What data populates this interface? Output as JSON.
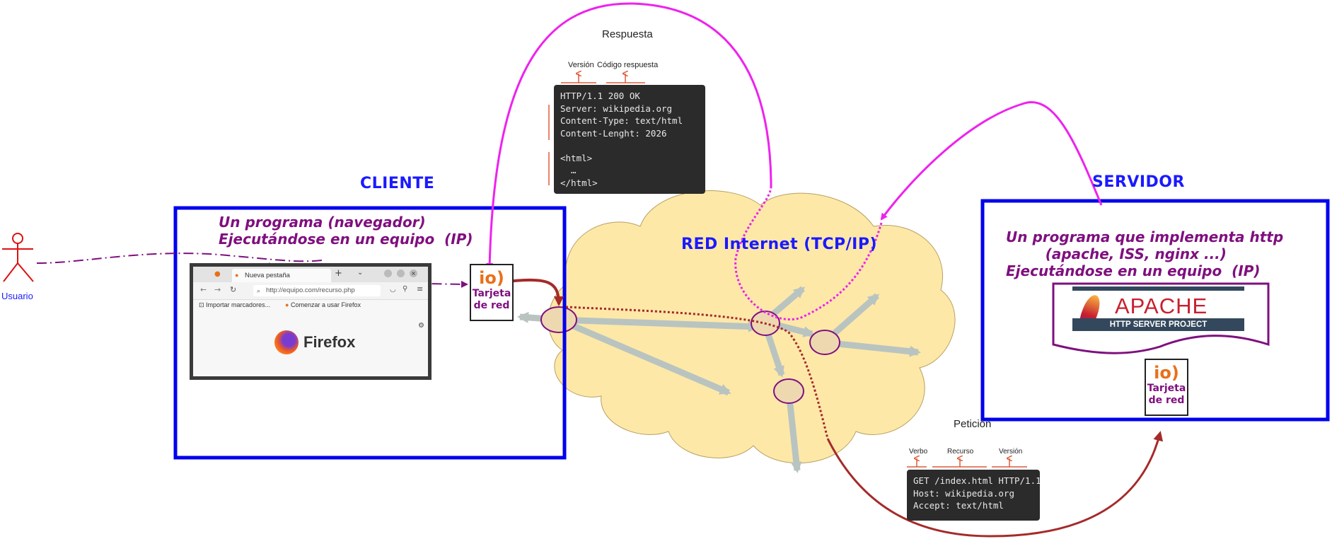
{
  "client": {
    "title": "CLIENTE",
    "description": "Un programa (navegador)\nEjecutándose en un equipo  (IP)",
    "nic_label": "Tarjeta\nde red",
    "nic_icon": "io-network-icon"
  },
  "user": {
    "label": "Usuario"
  },
  "browser": {
    "tab_label": "Nueva pestaña",
    "url": "http://equipo.com/recurso.php",
    "bookmark_1": "Importar marcadores...",
    "bookmark_2": "Comenzar a usar Firefox",
    "brand": "Firefox"
  },
  "network": {
    "title": "RED Internet (TCP/IP)"
  },
  "server": {
    "title": "SERVIDOR",
    "description": "Un programa que implementa http\n        (apache, ISS, nginx ...)\nEjecutándose en un equipo  (IP)",
    "apache_word": "APACHE",
    "apache_sub": "HTTP SERVER PROJECT",
    "nic_label": "Tarjeta\nde red",
    "nic_icon": "io-network-icon"
  },
  "response": {
    "caption": "Respuesta",
    "label_version": "Versión",
    "label_code": "Código respuesta",
    "code": "HTTP/1.1 200 OK\nServer: wikipedia.org\nContent-Type: text/html\nContent-Lenght: 2026\n\n<html>\n  …\n</html>"
  },
  "request": {
    "caption": "Petición",
    "label_verb": "Verbo",
    "label_resource": "Recurso",
    "label_version": "Versión",
    "code": "GET /index.html HTTP/1.1\nHost: wikipedia.org\nAccept: text/html"
  },
  "colors": {
    "box_blue": "#0000ee",
    "title_blue": "#1a1aff",
    "magenta": "#ee22ee",
    "dark_red": "#a52a2a",
    "purple": "#7f0f7f",
    "cloud": "#fde8a8",
    "router_fill": "#eed8b0",
    "arrow_grey": "#b9c4c0"
  }
}
